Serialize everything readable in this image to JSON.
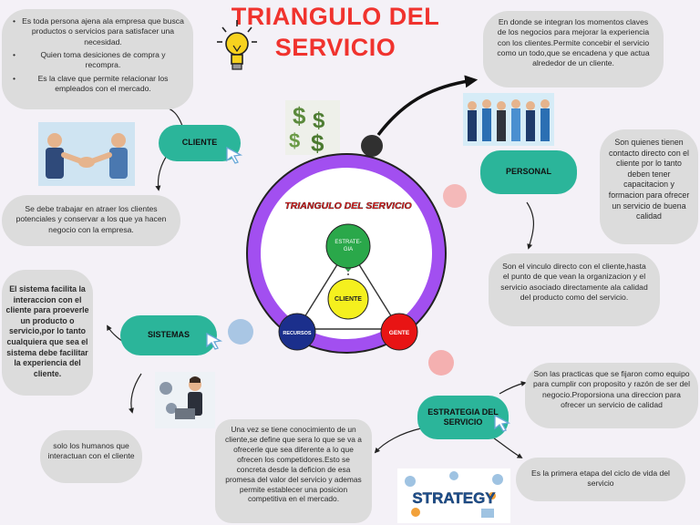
{
  "title": "TRIANGULO DEL SERVICIO",
  "nodes": {
    "cliente": "CLIENTE",
    "personal": "PERSONAL",
    "sistemas": "SISTEMAS",
    "estrategia": "ESTRATEGIA DEL SERVICIO"
  },
  "center_image": {
    "heading": "TRIANGULO DEL SERVICIO",
    "estrategia": "ESTRATE-",
    "estrategia2": "GIA",
    "cliente": "CLIENTE",
    "recursos": "RECURSOS",
    "gente": "GENTE"
  },
  "strategy_word": "STRATEGY",
  "texts": {
    "cliente_bullets": [
      "Es toda persona ajena ala empresa que busca productos o servicios para satisfacer una necesidad.",
      "Quien toma desiciones de compra y recompra.",
      "Es la clave que permite relacionar los empleados con el mercado."
    ],
    "cliente_bottom": "Se debe trabajar en atraer los clientes potenciales y conservar a los que ya hacen negocio con la empresa.",
    "top_right": "En donde se integran los momentos claves de los negocios para mejorar la experiencia con los clientes.Permite concebir el servicio como un todo,que se encadena y que actua alrededor de un cliente.",
    "personal_right": "Son quienes tienen contacto directo con el cliente por lo tanto deben tener capacitacion y formacion para ofrecer un servicio de buena calidad",
    "personal_bottom": "Son el vinculo directo con el cliente,hasta el punto de que vean la organizacion y el servicio asociado directamente ala calidad del producto como del servicio.",
    "sistemas_left": "El sistema facilita la interaccion con el cliente para proeverle un producto o servicio,por lo tanto cualquiera que sea el sistema debe facilitar la experiencia del cliente.",
    "sistemas_bottom": "solo los humanos que interactuan con el cliente",
    "estrategia_center": "Una vez se tiene conocimiento de un cliente,se define que sera lo que se va a ofrecerle que sea diferente a lo que ofrecen los competidores.Esto se concreta desde la deficion de esa promesa del valor del servicio y ademas permite establecer una posicion competitiva en el mercado.",
    "estrategia_right": "Son las practicas que se fijaron como equipo para cumplir con  proposito y razón de ser del negocio.Proporsiona una direccion para ofrecer un servicio de calidad",
    "estrategia_bottom": "Es la primera etapa del ciclo de vida del servicio"
  },
  "colors": {
    "title": "#f0332e",
    "pill": "#2bb59a",
    "bubble": "#dcdcdc",
    "ring": "#a24ff0",
    "estrategia_circle": "#2aa84a",
    "cliente_circle": "#f5f01e",
    "gente_circle": "#e81414",
    "recursos_circle": "#1b2f8c"
  }
}
